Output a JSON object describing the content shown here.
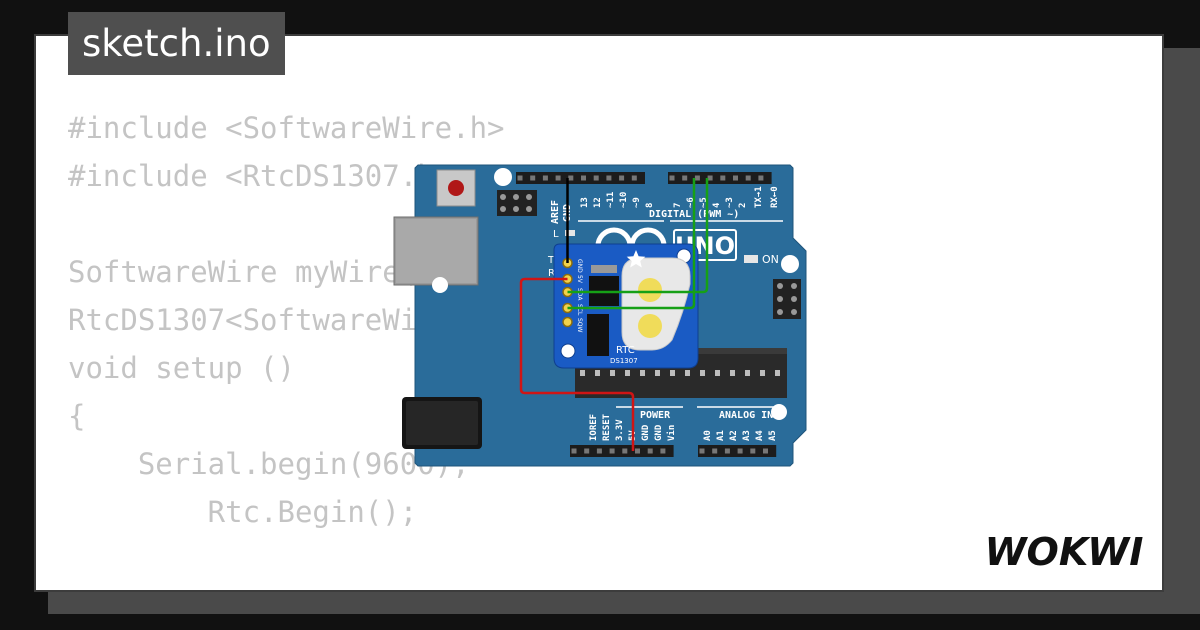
{
  "sketch": {
    "filename": "sketch.ino",
    "code_lines": [
      "#include <SoftwareWire.h>",
      "#include <RtcDS1307.h>",
      "",
      "SoftwareWire myWire(SDA, SCL);",
      "RtcDS1307<SoftwareWire> Rtc(myWire);",
      "void setup ()",
      "{",
      "    Serial.begin(9600);",
      "        Rtc.Begin();"
    ]
  },
  "board": {
    "name": "UNO",
    "on_label": "ON",
    "aref": "AREF",
    "gnd": "GND",
    "l_label": "L",
    "tx_label": "TX",
    "rx_label": "RX",
    "digital_label": "DIGITAL (PWM ~)",
    "digital_pins": [
      "13",
      "12",
      "~11",
      "~10",
      "~9",
      "8",
      "7",
      "~6",
      "~5",
      "4",
      "~3",
      "2",
      "TX→1",
      "RX←0"
    ],
    "power_label": "POWER",
    "power_pins": [
      "IOREF",
      "RESET",
      "3.3V",
      "5V",
      "GND",
      "GND",
      "Vin"
    ],
    "analog_label": "ANALOG IN",
    "analog_pins": [
      "A0",
      "A1",
      "A2",
      "A3",
      "A4",
      "A5"
    ]
  },
  "rtc_module": {
    "label": "RTC",
    "chip": "DS1307",
    "pins": [
      "GND",
      "5V",
      "SDA",
      "SCL",
      "SQW"
    ]
  },
  "brand": {
    "logo": "WOKWI"
  },
  "colors": {
    "board": "#2a6c9a",
    "module": "#1a5bc4",
    "wire_gnd": "#000000",
    "wire_5v": "#d01515",
    "wire_sda_scl": "#16a016"
  }
}
